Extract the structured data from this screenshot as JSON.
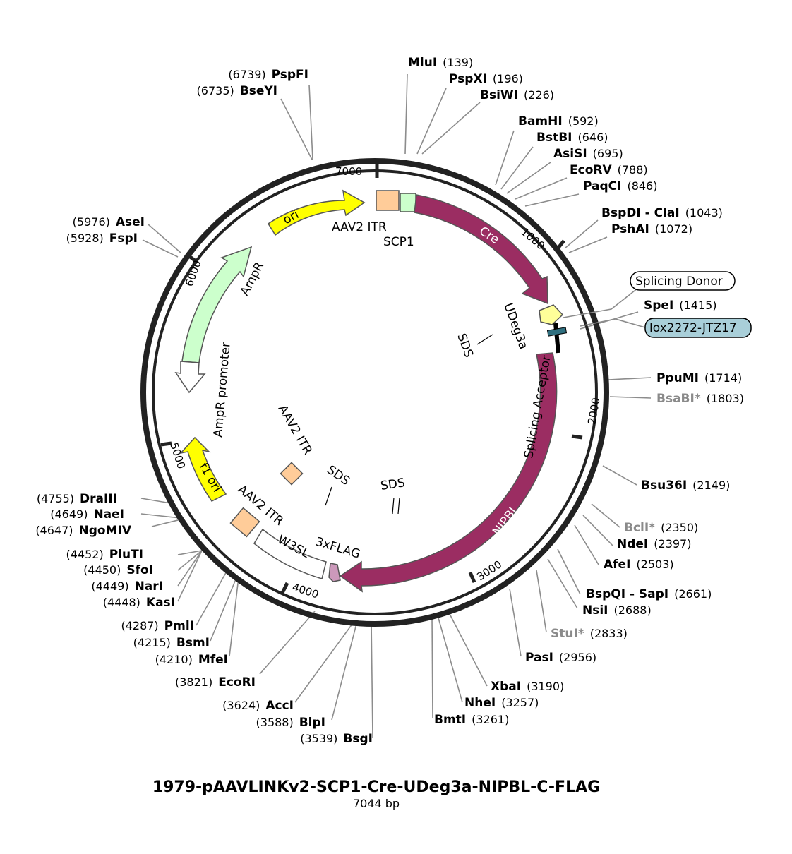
{
  "title": "1979-pAAVLINKv2-SCP1-Cre-UDeg3a-NIPBL-C-FLAG",
  "length_label": "7044 bp",
  "colors": {
    "cre": "#9b2d62",
    "nipbl": "#9b2d62",
    "ori": "#ffff00",
    "ampr": "#ccffcc",
    "itr": "#ffcc99",
    "scp1": "#ccffcc",
    "splicing_donor": "#ffff99",
    "flag": "#cc99bb",
    "lox": "#a9cfd9",
    "backbone": "#222222"
  },
  "ticks": [
    "1000",
    "2000",
    "3000",
    "4000",
    "5000",
    "6000",
    "7000"
  ],
  "features": {
    "cre": "Cre",
    "nipbl": "NIPBL",
    "ori": "ori",
    "ampr": "AmpR",
    "ampr_promoter": "AmpR promoter",
    "f1_ori": "f1 ori",
    "aav2_itr_top": "AAV2 ITR",
    "aav2_itr_bottom": "AAV2 ITR",
    "aav2_itr_inner": "AAV2 ITR",
    "scp1": "SCP1",
    "udeg3a": "UDeg3a",
    "splicing_acceptor": "Splicing Acceptor",
    "w3sl": "W3SL",
    "flag": "3xFLAG",
    "sds1": "SDS",
    "sds2": "SDS",
    "sds3": "SDS",
    "splicing_donor": "Splicing Donor",
    "lox": "lox2272-JTZ17"
  },
  "sites": [
    {
      "name": "MluI",
      "pos": "(139)"
    },
    {
      "name": "PspXI",
      "pos": "(196)"
    },
    {
      "name": "BsiWI",
      "pos": "(226)"
    },
    {
      "name": "BamHI",
      "pos": "(592)"
    },
    {
      "name": "BstBI",
      "pos": "(646)"
    },
    {
      "name": "AsiSI",
      "pos": "(695)"
    },
    {
      "name": "EcoRV",
      "pos": "(788)"
    },
    {
      "name": "PaqCI",
      "pos": "(846)"
    },
    {
      "name": "BspDI - ClaI",
      "pos": "(1043)"
    },
    {
      "name": "PshAI",
      "pos": "(1072)"
    },
    {
      "name": "SpeI",
      "pos": "(1415)"
    },
    {
      "name": "PpuMI",
      "pos": "(1714)"
    },
    {
      "name": "BsaBI*",
      "pos": "(1803)"
    },
    {
      "name": "Bsu36I",
      "pos": "(2149)"
    },
    {
      "name": "BclI*",
      "pos": "(2350)"
    },
    {
      "name": "NdeI",
      "pos": "(2397)"
    },
    {
      "name": "AfeI",
      "pos": "(2503)"
    },
    {
      "name": "BspQI - SapI",
      "pos": "(2661)"
    },
    {
      "name": "NsiI",
      "pos": "(2688)"
    },
    {
      "name": "StuI*",
      "pos": "(2833)"
    },
    {
      "name": "PasI",
      "pos": "(2956)"
    },
    {
      "name": "XbaI",
      "pos": "(3190)"
    },
    {
      "name": "NheI",
      "pos": "(3257)"
    },
    {
      "name": "BmtI",
      "pos": "(3261)"
    },
    {
      "name": "BsgI",
      "pos": "(3539)"
    },
    {
      "name": "BlpI",
      "pos": "(3588)"
    },
    {
      "name": "AccI",
      "pos": "(3624)"
    },
    {
      "name": "EcoRI",
      "pos": "(3821)"
    },
    {
      "name": "MfeI",
      "pos": "(4210)"
    },
    {
      "name": "BsmI",
      "pos": "(4215)"
    },
    {
      "name": "PmlI",
      "pos": "(4287)"
    },
    {
      "name": "KasI",
      "pos": "(4448)"
    },
    {
      "name": "NarI",
      "pos": "(4449)"
    },
    {
      "name": "SfoI",
      "pos": "(4450)"
    },
    {
      "name": "PluTI",
      "pos": "(4452)"
    },
    {
      "name": "NgoMIV",
      "pos": "(4647)"
    },
    {
      "name": "NaeI",
      "pos": "(4649)"
    },
    {
      "name": "DraIII",
      "pos": "(4755)"
    },
    {
      "name": "FspI",
      "pos": "(5928)"
    },
    {
      "name": "AseI",
      "pos": "(5976)"
    },
    {
      "name": "BseYI",
      "pos": "(6735)"
    },
    {
      "name": "PspFI",
      "pos": "(6739)"
    }
  ]
}
